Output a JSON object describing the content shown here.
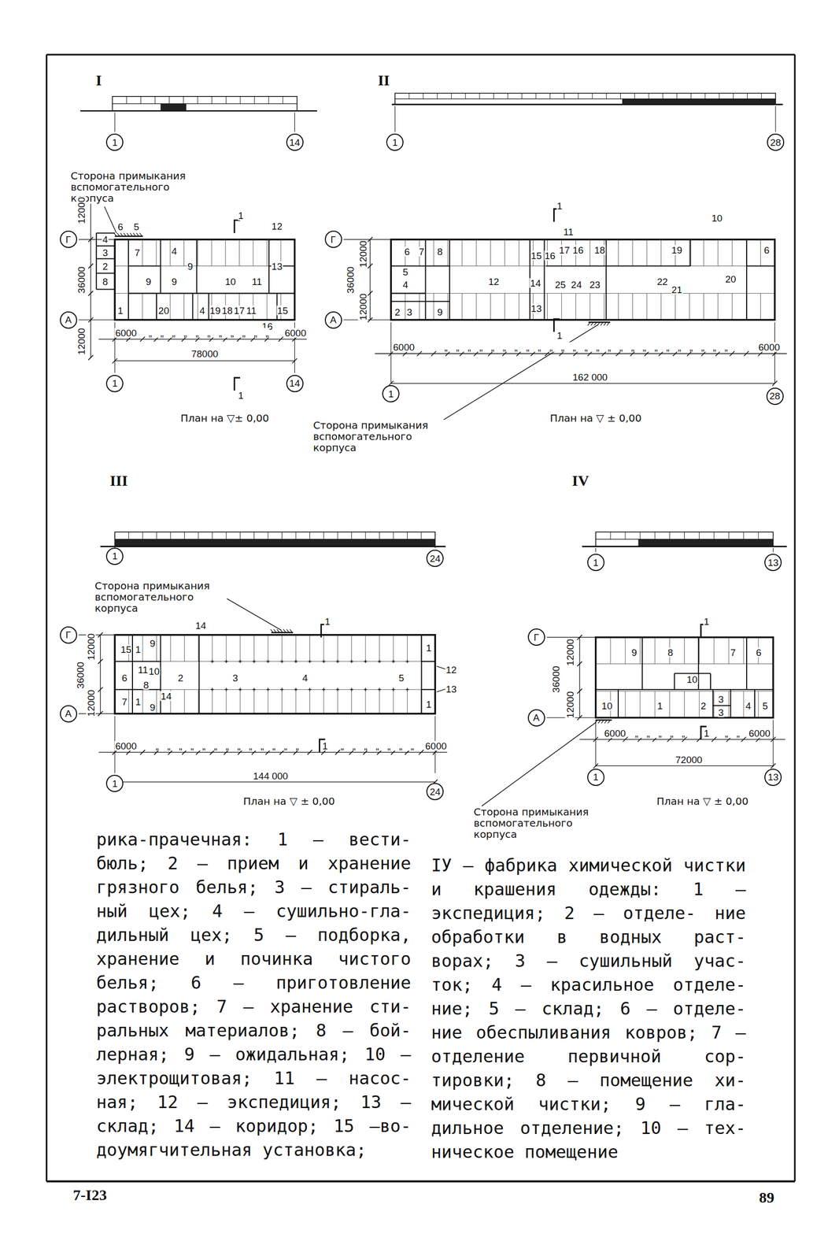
{
  "diagram": {
    "nodes": [
      {
        "text": [
          "1"
        ]
      },
      {
        "text": [
          "14"
        ]
      },
      {
        "text": [
          "1"
        ]
      },
      {
        "text": [
          "28"
        ]
      },
      {
        "text": [
          "Г"
        ]
      },
      {
        "text": [
          "А"
        ]
      },
      {
        "text": [
          "1"
        ]
      },
      {
        "text": [
          "14"
        ]
      },
      {
        "text": [
          "Г"
        ]
      },
      {
        "text": [
          "А"
        ]
      },
      {
        "text": [
          "1"
        ]
      },
      {
        "text": [
          "28"
        ]
      },
      {
        "text": [
          "1"
        ]
      },
      {
        "text": [
          "24"
        ]
      },
      {
        "text": [
          "1"
        ]
      },
      {
        "text": [
          "13"
        ]
      },
      {
        "text": [
          "Г"
        ]
      },
      {
        "text": [
          "А"
        ]
      },
      {
        "text": [
          "Г"
        ]
      },
      {
        "text": [
          "А"
        ]
      },
      {
        "text": [
          "1"
        ]
      },
      {
        "text": [
          "24"
        ]
      },
      {
        "text": [
          "1"
        ]
      },
      {
        "text": [
          "13"
        ]
      }
    ],
    "labels": [
      "I",
      "Сторона примыкания вспомогательного корпуса",
      "6",
      "5",
      "1",
      "12",
      "4",
      "3",
      "2",
      "8",
      "7",
      "4",
      "9",
      "9",
      "9",
      "10",
      "11",
      "13",
      "1",
      "20",
      "4",
      "19",
      "18",
      "17",
      "11",
      "15",
      "16",
      "12000",
      "36000",
      "12000",
      "6000",
      "„ „ „ „ „ „ „ „ „ „ „",
      "6000",
      "78000",
      "1",
      "План на ▽± 0,00",
      "II",
      "1",
      "10",
      "11",
      "6",
      "7",
      "8",
      "15",
      "16",
      "17",
      "16",
      "18",
      "19",
      "6",
      "5",
      "4",
      "12",
      "14",
      "25",
      "24",
      "23",
      "22",
      "21",
      "20",
      "2",
      "3",
      "9",
      "13",
      "12000",
      "36000",
      "12000",
      "6000",
      "„ „ „ „ „ „ „ „ „ „ „ „ „ „ „ „ „ „ „ „ „ „ „ „ „",
      "6000",
      "162 000",
      "1",
      "Сторона примыкания вспомогательного корпуса",
      "План на ▽ ± 0,00",
      "III",
      "Сторона примыкания вспомогательного корпуса",
      "14",
      "1",
      "15",
      "1",
      "9",
      "6",
      "11",
      "10",
      "8",
      "2",
      "3",
      "4",
      "5",
      "1",
      "12",
      "13",
      "1",
      "7",
      "1",
      "9",
      "14",
      "12000",
      "36000",
      "12000",
      "6000",
      "„ „ „ „ „ „ „ „ „ „ „ „ „",
      "1",
      "„ „ „ „ „ „ „",
      "6000",
      "144 000",
      "План на ▽ ± 0,00",
      "IV",
      "1",
      "9",
      "8",
      "7",
      "6",
      "10",
      "10",
      "1",
      "2",
      "3",
      "3",
      "4",
      "5",
      "12000",
      "36000",
      "12000",
      "6000",
      "„ „ „ „ „",
      "1",
      "„ „",
      "6000",
      "72000",
      "План на ▽ ± 0,00",
      "Сторона примыкания вспомогательного корпуса",
      "рика-прачечная: 1 – вести- бюль; 2 – прием и хранение грязного белья; 3 – стираль- ный цех; 4 – сушильно-гла- дильный цех; 5 – подборка, хранение и починка чистого белья; 6 – приготовление растворов; 7 – хранение сти- ральных материалов; 8 – бой- лерная; 9 – ожидальная; 10 – электрощитовая; 11 – насос- ная; 12 – экспедиция; 13 – склад; 14 – коридор; 15 –во- доумягчительная установка;",
      "IУ – фабрика химической чистки и крашения одежды: 1 – экспедиция; 2 – отделе- ние обработки в водных раст- ворах; 3 – сушильный учас- ток; 4 – красильное отделе- ние; 5 – склад; 6 – отделе- ние обеспыливания ковров; 7 – отделение первичной сор- тировки; 8 – помещение хи- мической чистки; 9 – гла- дильное отделение; 10 – тех- ническое помещение",
      "7-I23",
      "89"
    ]
  }
}
